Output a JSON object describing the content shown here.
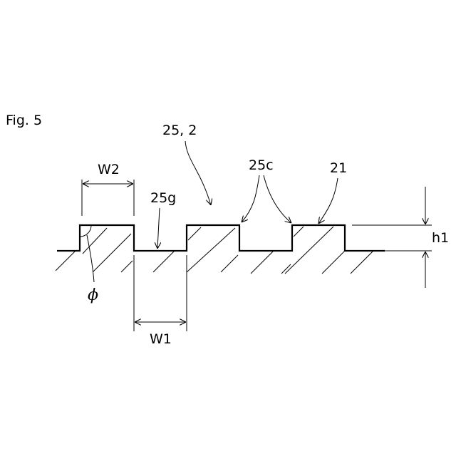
{
  "figure": {
    "title": "Fig. 5",
    "labels": {
      "ref_25_2": "25, 2",
      "ref_25c": "25c",
      "ref_21": "21",
      "ref_25g": "25g",
      "w2": "W2",
      "w1": "W1",
      "h1": "h1",
      "phi": "ϕ"
    }
  }
}
